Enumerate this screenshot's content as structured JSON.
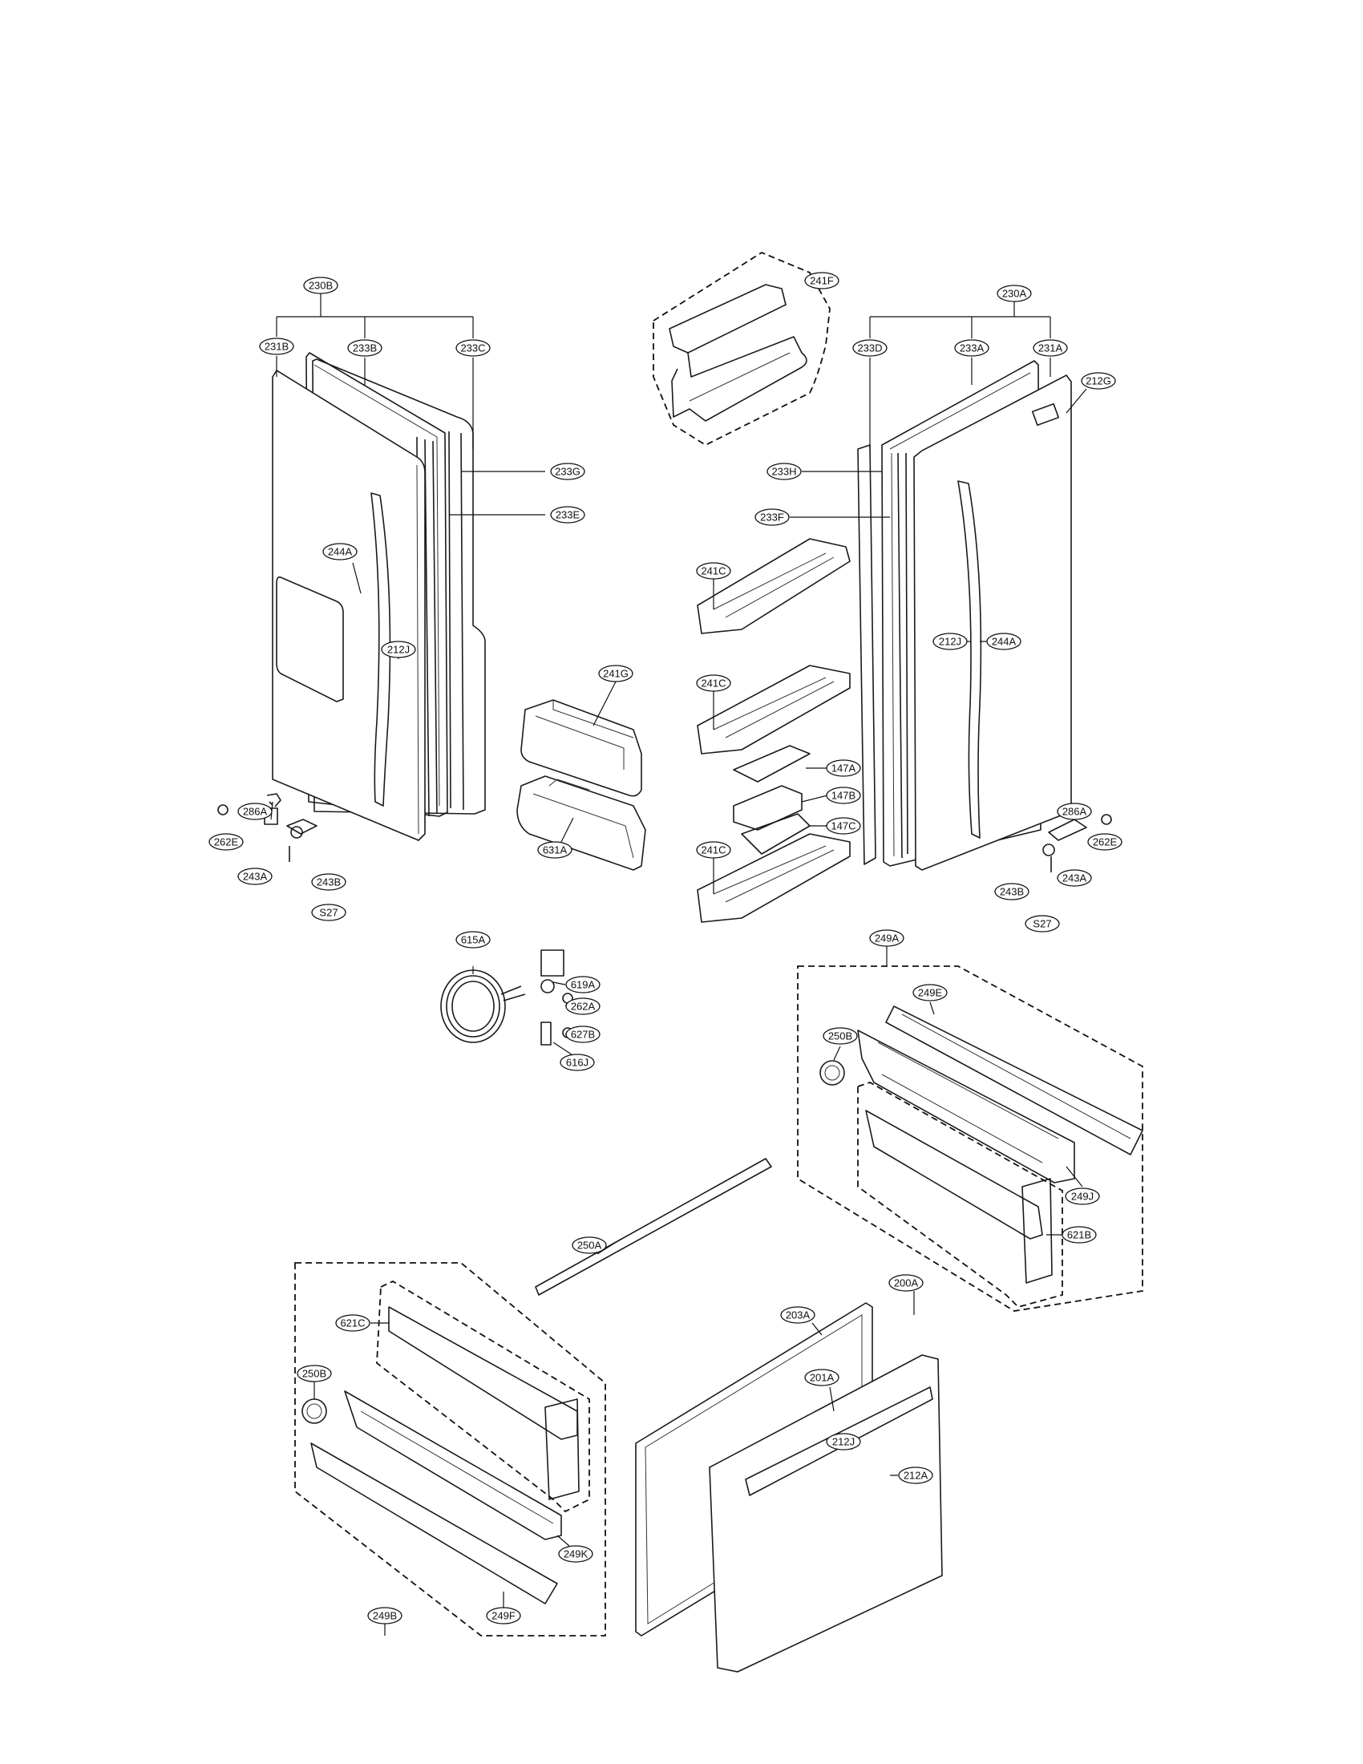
{
  "labels": {
    "l230B": "230B",
    "l231B": "231B",
    "l233B": "233B",
    "l233C": "233C",
    "l233G": "233G",
    "l233E": "233E",
    "l244A_left": "244A",
    "l212J_left": "212J",
    "l286A_left": "286A",
    "l262E_left": "262E",
    "l243A_left": "243A",
    "l243B_left": "243B",
    "lS27_left": "S27",
    "l241G": "241G",
    "l631A": "631A",
    "l241F": "241F",
    "l230A": "230A",
    "l233D": "233D",
    "l233A": "233A",
    "l231A": "231A",
    "l212G": "212G",
    "l233H": "233H",
    "l233F": "233F",
    "l241C_1": "241C",
    "l241C_2": "241C",
    "l241C_3": "241C",
    "l147A": "147A",
    "l147B": "147B",
    "l147C": "147C",
    "l212J_right": "212J",
    "l244A_right": "244A",
    "l286A_right": "286A",
    "l262E_right": "262E",
    "l243A_right": "243A",
    "l243B_right": "243B",
    "lS27_right": "S27",
    "l615A": "615A",
    "l619A": "619A",
    "l262A": "262A",
    "l627B": "627B",
    "l616J": "616J",
    "l249A": "249A",
    "l249E": "249E",
    "l250B_right": "250B",
    "l249J": "249J",
    "l621B": "621B",
    "l250A": "250A",
    "l200A": "200A",
    "l203A": "203A",
    "l201A": "201A",
    "l212J_drawer": "212J",
    "l212A": "212A",
    "l621C": "621C",
    "l250B_left": "250B",
    "l249K": "249K",
    "l249B": "249B",
    "l249F": "249F"
  }
}
